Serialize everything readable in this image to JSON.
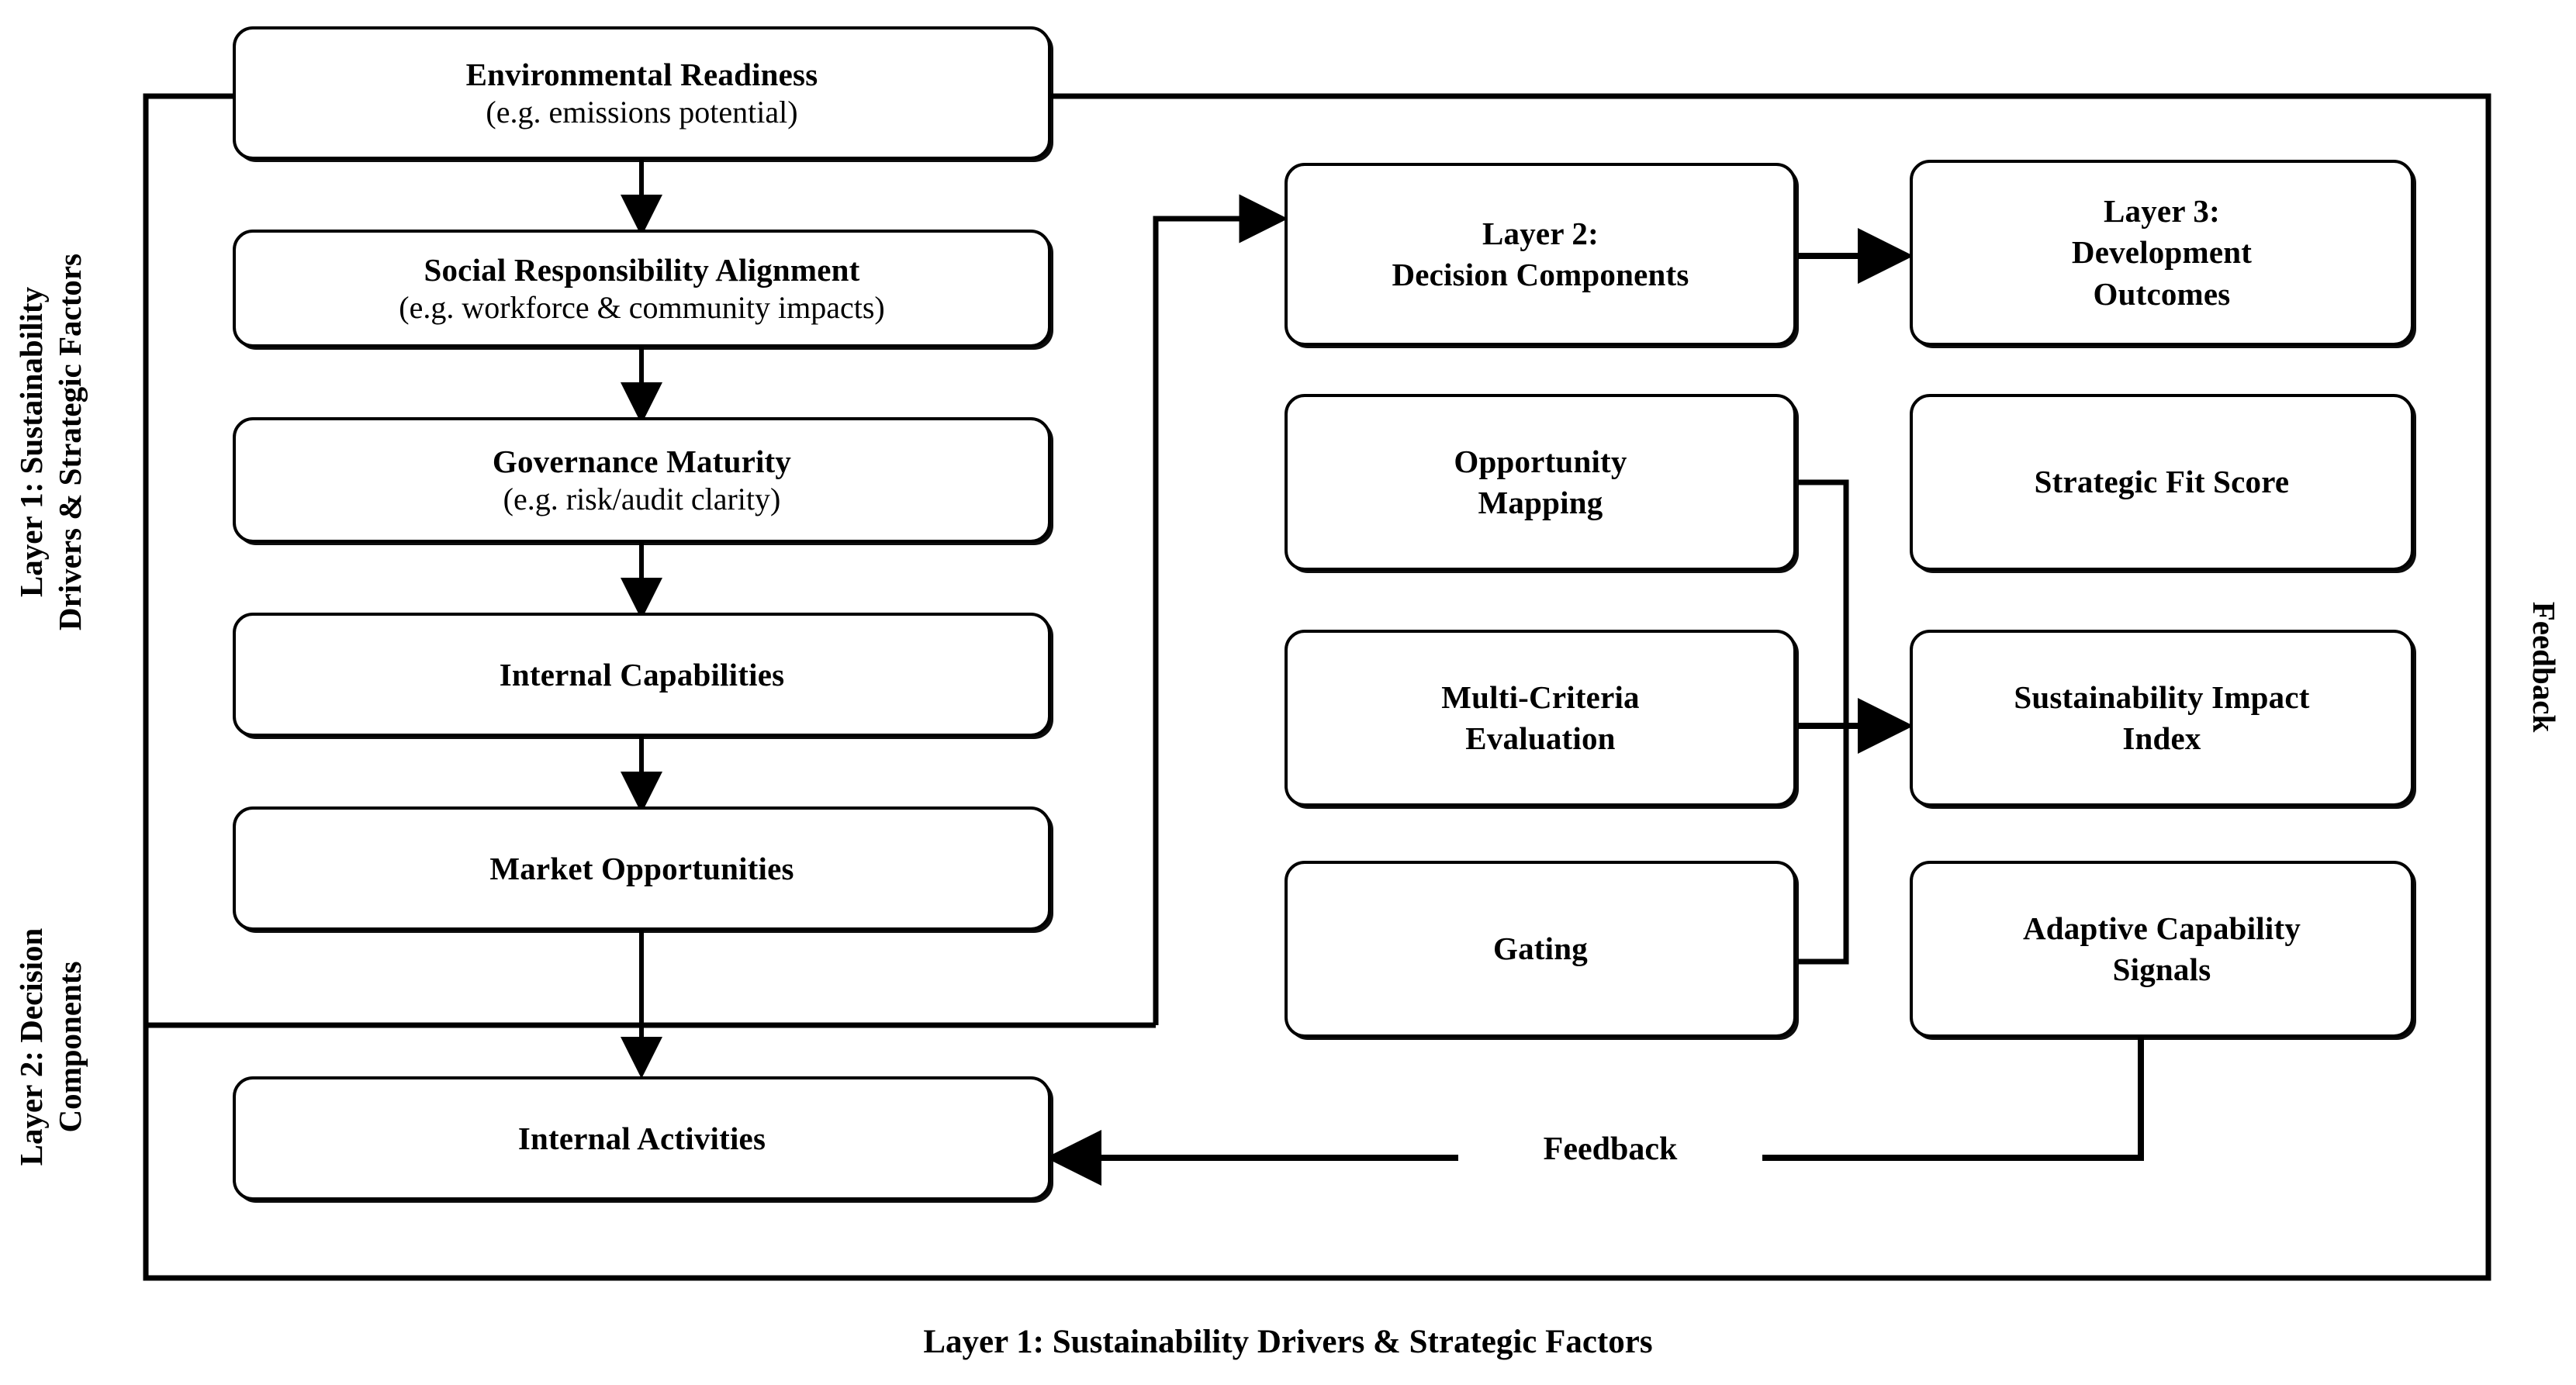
{
  "diagram": {
    "caption": "Layer 1: Sustainability Drivers & Strategic Factors",
    "side_labels": {
      "left_top": "Layer 1: Sustainability\nDrivers & Strategic Factors",
      "left_bottom": "Layer 2: Decision\nComponents",
      "right": "Feedback"
    },
    "edge_labels": {
      "feedback": "Feedback"
    },
    "nodes": {
      "environmental_readiness": {
        "title": "Environmental Readiness",
        "subtitle": "(e.g. emissions potential)"
      },
      "social_responsibility": {
        "title": "Social Responsibility Alignment",
        "subtitle": "(e.g. workforce & community impacts)"
      },
      "governance_maturity": {
        "title": "Governance Maturity",
        "subtitle": "(e.g. risk/audit clarity)"
      },
      "internal_capabilities": {
        "title": "Internal Capabilities",
        "subtitle": ""
      },
      "market_opportunities": {
        "title": "Market Opportunities",
        "subtitle": ""
      },
      "internal_activities": {
        "title": "Internal Activities",
        "subtitle": ""
      },
      "layer2_decision_components": {
        "title": "Layer 2:\nDecision Components",
        "subtitle": ""
      },
      "layer3_development_outcomes": {
        "title": "Layer 3:\nDevelopment\nOutcomes",
        "subtitle": ""
      },
      "opportunity_mapping": {
        "title": "Opportunity\nMapping",
        "subtitle": ""
      },
      "strategic_fit_score": {
        "title": "Strategic Fit Score",
        "subtitle": ""
      },
      "multi_criteria_evaluation": {
        "title": "Multi-Criteria\nEvaluation",
        "subtitle": ""
      },
      "sustainability_impact_index": {
        "title": "Sustainability Impact\nIndex",
        "subtitle": ""
      },
      "gating": {
        "title": "Gating",
        "subtitle": ""
      },
      "adaptive_capability_signals": {
        "title": "Adaptive Capability\nSignals",
        "subtitle": ""
      }
    },
    "colors": {
      "stroke": "#000000",
      "fill": "#ffffff",
      "text": "#000000"
    }
  }
}
